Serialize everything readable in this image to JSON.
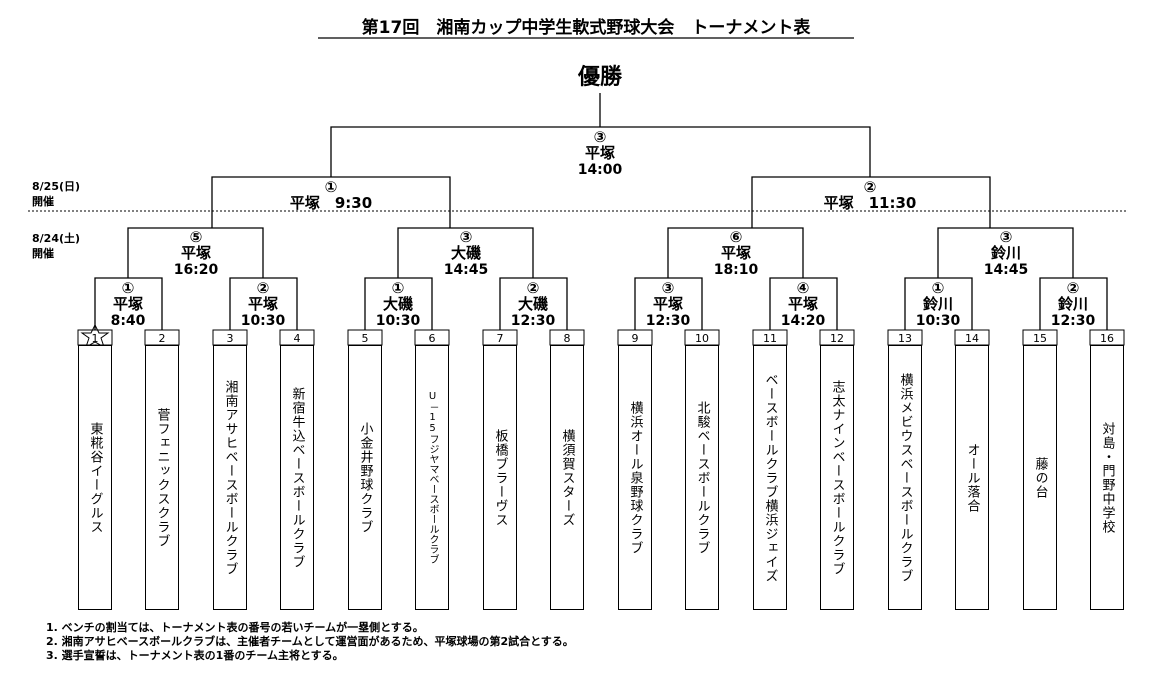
{
  "title": "第17回　湘南カップ中学生軟式野球大会　トーナメント表",
  "champion": "優勝",
  "dates": {
    "day2": "8/25(日)",
    "day1": "8/24(土)",
    "held": "開催"
  },
  "final": {
    "num": "③",
    "venue": "平塚",
    "time": "14:00"
  },
  "semis": [
    {
      "num": "①",
      "label": "平塚　9:30"
    },
    {
      "num": "②",
      "label": "平塚　11:30"
    }
  ],
  "quarters": [
    {
      "num": "⑤",
      "venue": "平塚",
      "time": "16:20"
    },
    {
      "num": "③",
      "venue": "大磯",
      "time": "14:45"
    },
    {
      "num": "⑥",
      "venue": "平塚",
      "time": "18:10"
    },
    {
      "num": "③",
      "venue": "鈴川",
      "time": "14:45"
    }
  ],
  "round1": [
    {
      "num": "①",
      "venue": "平塚",
      "time": "8:40"
    },
    {
      "num": "②",
      "venue": "平塚",
      "time": "10:30"
    },
    {
      "num": "①",
      "venue": "大磯",
      "time": "10:30"
    },
    {
      "num": "②",
      "venue": "大磯",
      "time": "12:30"
    },
    {
      "num": "③",
      "venue": "平塚",
      "time": "12:30"
    },
    {
      "num": "④",
      "venue": "平塚",
      "time": "14:20"
    },
    {
      "num": "①",
      "venue": "鈴川",
      "time": "10:30"
    },
    {
      "num": "②",
      "venue": "鈴川",
      "time": "12:30"
    }
  ],
  "teams": [
    {
      "seed": "1",
      "name": "東糀谷イーグルス"
    },
    {
      "seed": "2",
      "name": "菅フェニックスクラブ"
    },
    {
      "seed": "3",
      "name": "湘南アサヒベースボールクラブ"
    },
    {
      "seed": "4",
      "name": "新宿牛込ベースボールクラブ"
    },
    {
      "seed": "5",
      "name": "小金井野球クラブ"
    },
    {
      "seed": "6",
      "name": "U－15フジヤマベースボールクラブ"
    },
    {
      "seed": "7",
      "name": "板橋ブラーヴス"
    },
    {
      "seed": "8",
      "name": "横須賀スターズ"
    },
    {
      "seed": "9",
      "name": "横浜オール泉野球クラブ"
    },
    {
      "seed": "10",
      "name": "北駿ベースボールクラブ"
    },
    {
      "seed": "11",
      "name": "ベースボールクラブ横浜ジェイズ"
    },
    {
      "seed": "12",
      "name": "志太ナインベースボールクラブ"
    },
    {
      "seed": "13",
      "name": "横浜メビウスベースボールクラブ"
    },
    {
      "seed": "14",
      "name": "オール落合"
    },
    {
      "seed": "15",
      "name": "藤の台"
    },
    {
      "seed": "16",
      "name": "対島・門野中学校"
    }
  ],
  "notes": [
    "1. ベンチの割当ては、トーナメント表の番号の若いチームが一塁側とする。",
    "2. 湘南アサヒベースボールクラブは、主催者チームとして運営面があるため、平塚球場の第2試合とする。",
    "3. 選手宣誓は、トーナメント表の1番のチーム主将とする。"
  ]
}
